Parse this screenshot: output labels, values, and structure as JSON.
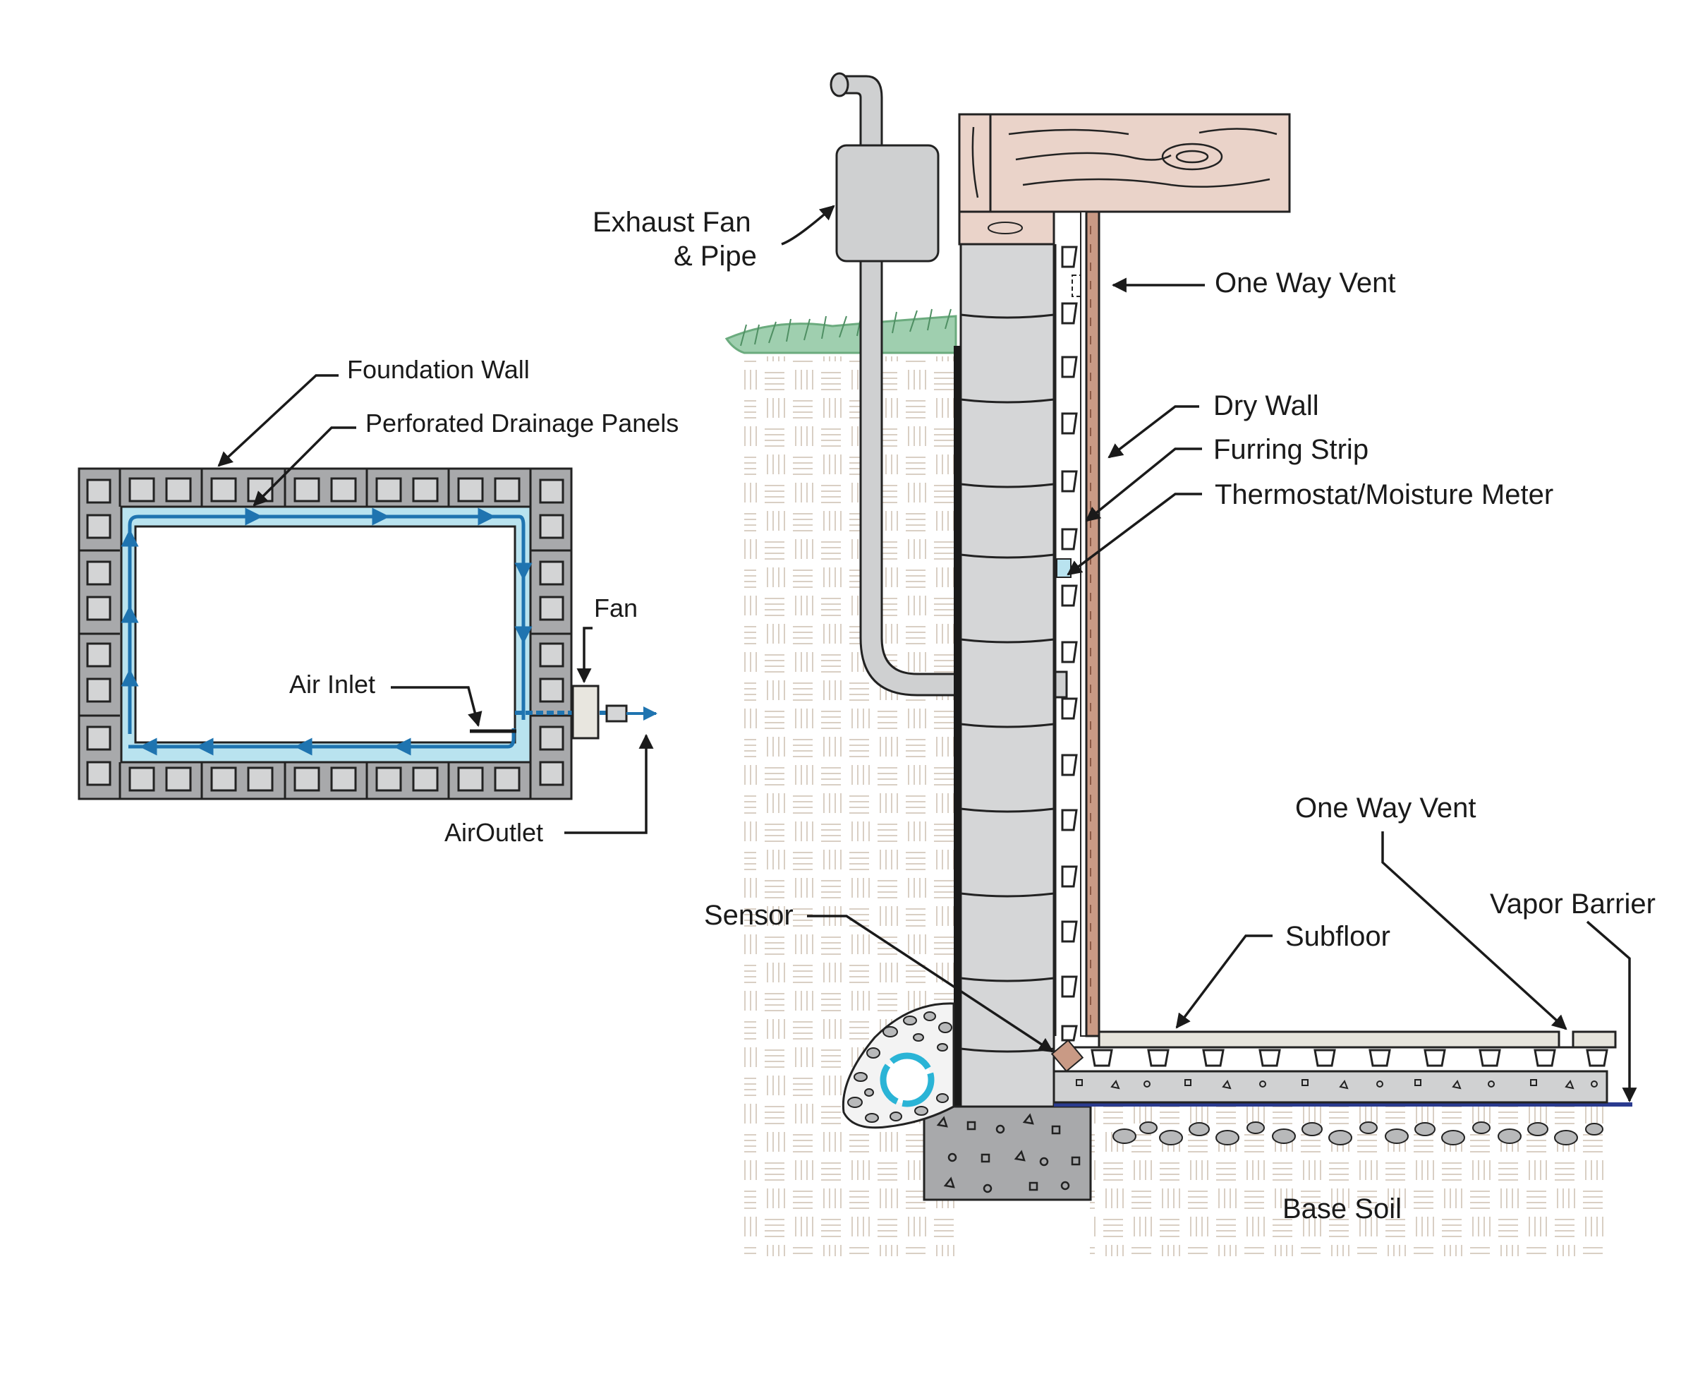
{
  "colors": {
    "drainage_panel": "#b9e3ef",
    "airflow": "#1f74b0",
    "foundation_block": "#a8a9ab",
    "wood": "#ead3c9",
    "drywall": "#c99a85",
    "vapor_barrier": "#2a3b8f",
    "drain_pipe": "#2ab4d6",
    "grass": "#6bab7e"
  },
  "plan_view": {
    "labels": {
      "foundation_wall": "Foundation Wall",
      "perforated_drainage_panels": "Perforated Drainage Panels",
      "fan": "Fan",
      "air_inlet": "Air Inlet",
      "air_outlet": "AirOutlet"
    }
  },
  "section_view": {
    "labels": {
      "exhaust_fan_line1": "Exhaust Fan",
      "exhaust_fan_line2": "& Pipe",
      "one_way_vent_wall": "One Way Vent",
      "dry_wall": "Dry Wall",
      "furring_strip": "Furring Strip",
      "thermostat": "Thermostat/Moisture Meter",
      "one_way_vent_floor": "One Way Vent",
      "vapor_barrier": "Vapor Barrier",
      "subfloor": "Subfloor",
      "sensor": "Sensor",
      "base_soil": "Base Soil"
    }
  }
}
